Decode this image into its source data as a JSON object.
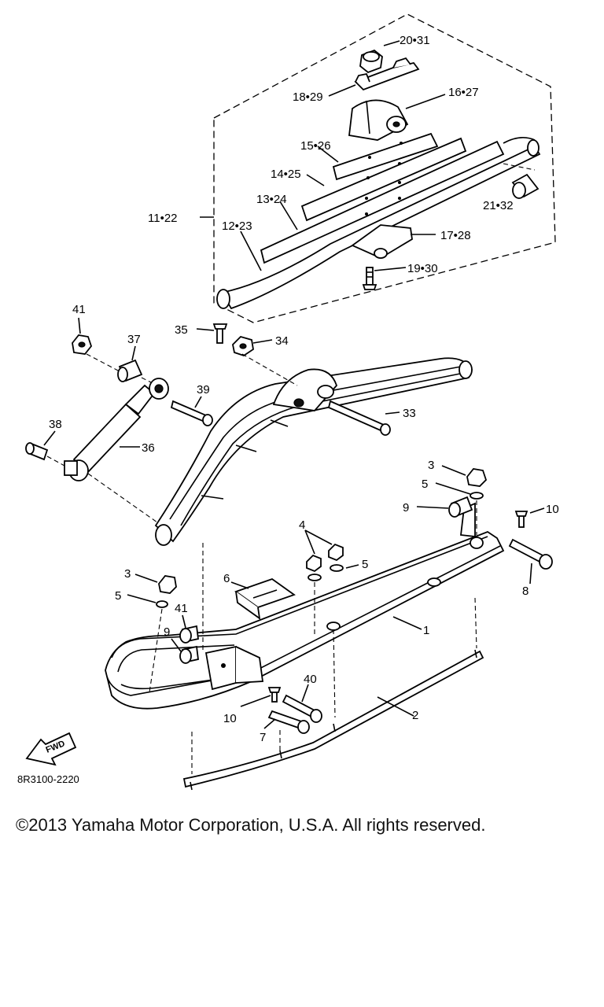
{
  "diagram": {
    "drawing_code": "8R3100-2220",
    "fwd_label": "FWD",
    "labels": [
      {
        "id": "l-20-31",
        "text": "20•31"
      },
      {
        "id": "l-18-29",
        "text": "18•29"
      },
      {
        "id": "l-16-27",
        "text": "16•27"
      },
      {
        "id": "l-15-26",
        "text": "15•26"
      },
      {
        "id": "l-14-25",
        "text": "14•25"
      },
      {
        "id": "l-13-24",
        "text": "13•24"
      },
      {
        "id": "l-11-22",
        "text": "11•22"
      },
      {
        "id": "l-12-23",
        "text": "12•23"
      },
      {
        "id": "l-21-32",
        "text": "21•32"
      },
      {
        "id": "l-17-28",
        "text": "17•28"
      },
      {
        "id": "l-19-30",
        "text": "19•30"
      },
      {
        "id": "l-41a",
        "text": "41"
      },
      {
        "id": "l-37",
        "text": "37"
      },
      {
        "id": "l-35",
        "text": "35"
      },
      {
        "id": "l-34",
        "text": "34"
      },
      {
        "id": "l-39",
        "text": "39"
      },
      {
        "id": "l-33",
        "text": "33"
      },
      {
        "id": "l-38",
        "text": "38"
      },
      {
        "id": "l-36",
        "text": "36"
      },
      {
        "id": "l-3a",
        "text": "3"
      },
      {
        "id": "l-5a",
        "text": "5"
      },
      {
        "id": "l-9a",
        "text": "9"
      },
      {
        "id": "l-10a",
        "text": "10"
      },
      {
        "id": "l-4",
        "text": "4"
      },
      {
        "id": "l-5b",
        "text": "5"
      },
      {
        "id": "l-8",
        "text": "8"
      },
      {
        "id": "l-3b",
        "text": "3"
      },
      {
        "id": "l-6",
        "text": "6"
      },
      {
        "id": "l-5c",
        "text": "5"
      },
      {
        "id": "l-41b",
        "text": "41"
      },
      {
        "id": "l-1",
        "text": "1"
      },
      {
        "id": "l-9b",
        "text": "9"
      },
      {
        "id": "l-40",
        "text": "40"
      },
      {
        "id": "l-10b",
        "text": "10"
      },
      {
        "id": "l-2",
        "text": "2"
      },
      {
        "id": "l-7",
        "text": "7"
      }
    ]
  },
  "footer": {
    "copyright": "©2013 Yamaha Motor Corporation, U.S.A. All rights reserved."
  }
}
